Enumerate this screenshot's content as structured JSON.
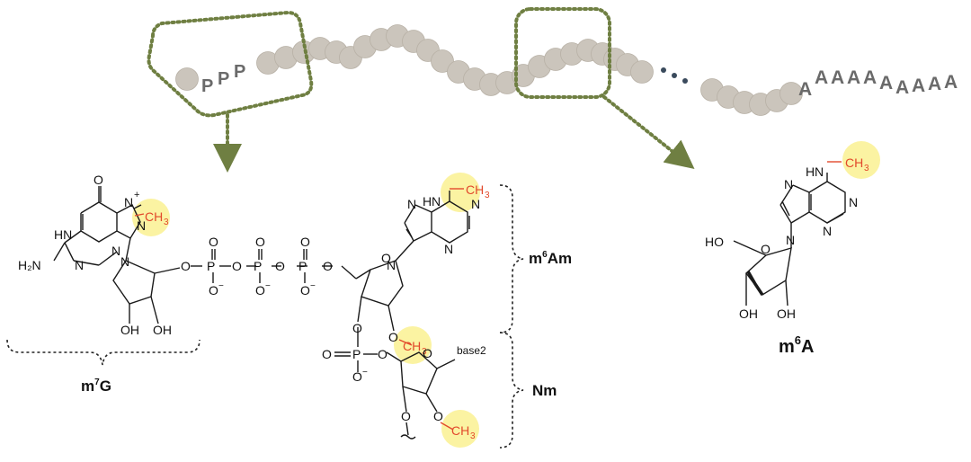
{
  "colors": {
    "bead": "#cbc5bc",
    "bead_edge": "#b8b1a6",
    "box": "#6f7f42",
    "highlight": "#fbf3a2",
    "methyl": "#e2492c",
    "bond": "#1a1a1a",
    "dots": "#3a4a5c"
  },
  "mrna": {
    "cap_letters": [
      "P",
      "P",
      "P"
    ],
    "poly_a": [
      "A",
      "A",
      "A",
      "A",
      "A",
      "A",
      "A",
      "A",
      "A",
      "A"
    ]
  },
  "cap_structure": {
    "guanine": {
      "carbonyl_O": "O",
      "ring_N": [
        "N",
        "N",
        "N",
        "N"
      ],
      "HN": "HN",
      "amine": "H₂N",
      "N_plus": "N",
      "plus": "+",
      "methyl_C": "CH",
      "methyl_sub": "3"
    },
    "ribose1": {
      "OH_left": "OH",
      "OH_right": "OH"
    },
    "triphosphate": {
      "P": [
        "P",
        "P",
        "P"
      ],
      "O_bridge": [
        "O",
        "O",
        "O",
        "O"
      ],
      "O_double": [
        "O",
        "O",
        "O"
      ],
      "O_minus": [
        "O",
        "O",
        "O"
      ],
      "minus": "−"
    },
    "adenine": {
      "N_ring": [
        "N",
        "N",
        "N",
        "N"
      ],
      "NH": "N",
      "NH_H": "H",
      "methyl_C": "CH",
      "methyl_sub": "3"
    },
    "ribose2": {
      "ring_O": "O",
      "link_O": "O",
      "two_O": "O",
      "methyl_C": "CH",
      "methyl_sub": "3"
    },
    "phosphate2": {
      "P": "P",
      "O": [
        "O",
        "O",
        "O"
      ],
      "O_minus": "O",
      "minus": "−"
    },
    "ribose3": {
      "ring_O": "O",
      "base_label": "base2",
      "O3": "O",
      "O2": "O",
      "methyl_C": "CH",
      "methyl_sub": "3"
    }
  },
  "m6a_structure": {
    "N_ring": [
      "N",
      "N",
      "N",
      "N"
    ],
    "NH": "N",
    "NH_H": "H",
    "methyl_C": "CH",
    "methyl_sub": "3",
    "HO": "HO",
    "ring_O": "O",
    "OH_left": "OH",
    "OH_right": "OH"
  },
  "labels": {
    "m7g": {
      "base": "m",
      "sup": "7",
      "rest": "G"
    },
    "m6am": {
      "base": "m",
      "sup": "6",
      "rest": "Am"
    },
    "nm": {
      "text": "Nm"
    },
    "m6a": {
      "base": "m",
      "sup": "6",
      "rest": "A"
    }
  }
}
